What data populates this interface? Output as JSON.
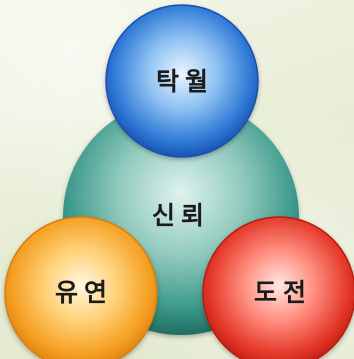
{
  "diagram": {
    "center": {
      "label": "신뢰"
    },
    "top": {
      "label": "탁월"
    },
    "left": {
      "label": "유연"
    },
    "right": {
      "label": "도전"
    }
  },
  "colors": {
    "center": "#2f8e7f",
    "top": "#1f5fc8",
    "left": "#f29a1e",
    "right": "#e0281c",
    "background": "#eef2e0"
  }
}
